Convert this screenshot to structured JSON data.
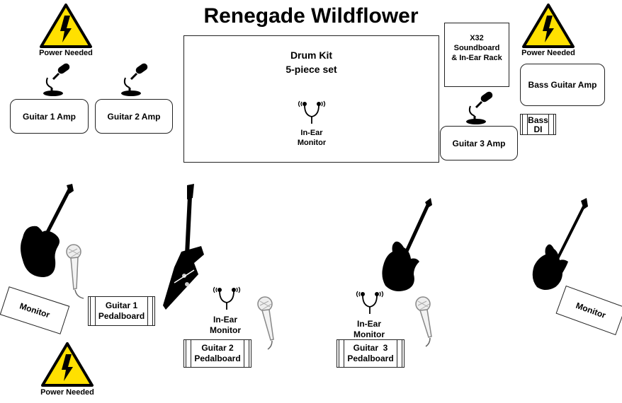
{
  "title": "Renegade Wildflower",
  "power_label": "Power Needed",
  "amps": {
    "guitar1": "Guitar 1 Amp",
    "guitar2": "Guitar 2 Amp",
    "guitar3": "Guitar 3 Amp",
    "bass": "Bass Guitar Amp"
  },
  "drum": {
    "line1": "Drum Kit",
    "line2": "5-piece set"
  },
  "soundboard": {
    "line1": "X32",
    "line2": "Soundboard",
    "line3": "& In-Ear Rack"
  },
  "bass_di": {
    "line1": "Bass",
    "line2": "DI"
  },
  "in_ear": {
    "line1": "In-Ear",
    "line2": "Monitor"
  },
  "monitor_label": "Monitor",
  "pedalboards": [
    {
      "line1": "Guitar 1",
      "line2": "Pedalboard"
    },
    {
      "line1": "Guitar 2",
      "line2": "Pedalboard"
    },
    {
      "line1": "Guitar  3",
      "line2": "Pedalboard"
    }
  ],
  "colors": {
    "warning_yellow": "#ffe000",
    "ink": "#000000"
  }
}
